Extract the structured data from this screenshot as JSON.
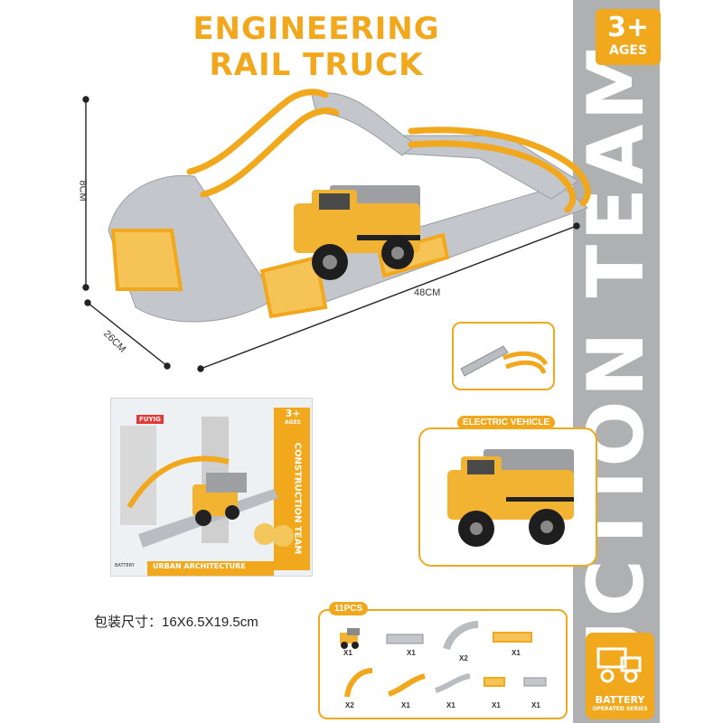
{
  "title": {
    "line1": "ENGINEERING",
    "line2": "RAIL TRUCK"
  },
  "age_badge": {
    "value": "3+",
    "label": "AGES"
  },
  "side_band_text": "UCTION TEAM",
  "dimensions": {
    "height": "8CM",
    "length": "48CM",
    "depth": "26CM"
  },
  "electric_vehicle_label": "ELECTRIC VEHICLE",
  "box": {
    "brand": "FUYIG",
    "age": "3+",
    "age_label": "AGES",
    "side_text": "CONSTRUCTION TEAM",
    "banner": "URBAN ARCHITECTURE",
    "battery_tag": "BATTERY"
  },
  "package_size": "包装尺寸：16X6.5X19.5cm",
  "parts_title": "11PCS",
  "parts": [
    {
      "icon": "truck-icon",
      "qty": "X1"
    },
    {
      "icon": "straight-gray-track-icon",
      "qty": "X1"
    },
    {
      "icon": "curved-gray-track-icon",
      "qty": "X2"
    },
    {
      "icon": "straight-orange-track-icon",
      "qty": "X1"
    },
    {
      "icon": "curved-orange-track-icon",
      "qty": "X2"
    },
    {
      "icon": "ramp-orange-track-icon",
      "qty": "X1"
    },
    {
      "icon": "ramp-gray-track-icon",
      "qty": "X1"
    },
    {
      "icon": "small-orange-track-icon",
      "qty": "X1"
    },
    {
      "icon": "small-gray-track-icon",
      "qty": "X1"
    }
  ],
  "battery_badge": {
    "label": "BATTERY",
    "sub": "OPERATED SERIES"
  },
  "colors": {
    "accent": "#f2a81d",
    "band": "#aeb0b2",
    "track_gray": "#b9bcc0"
  }
}
